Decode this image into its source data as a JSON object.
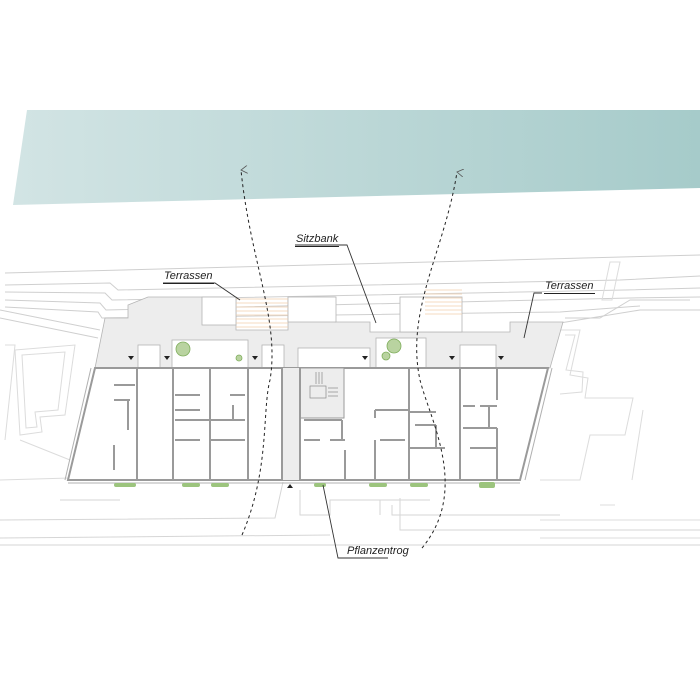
{
  "diagram": {
    "type": "architectural-site-plan",
    "water_color_left": "#cfe3e3",
    "water_color_right": "#a7cccb",
    "terrace_color": "#ededed",
    "wall_color": "#9a9a9a",
    "planting_color": "#7fae5c",
    "terrace_deck_color": "#f3d9bf",
    "labels": {
      "terrassen_left": "Terrassen",
      "sitzbank": "Sitzbank",
      "terrassen_right": "Terrassen",
      "pflanzentrog": "Pflanzentrog"
    }
  }
}
